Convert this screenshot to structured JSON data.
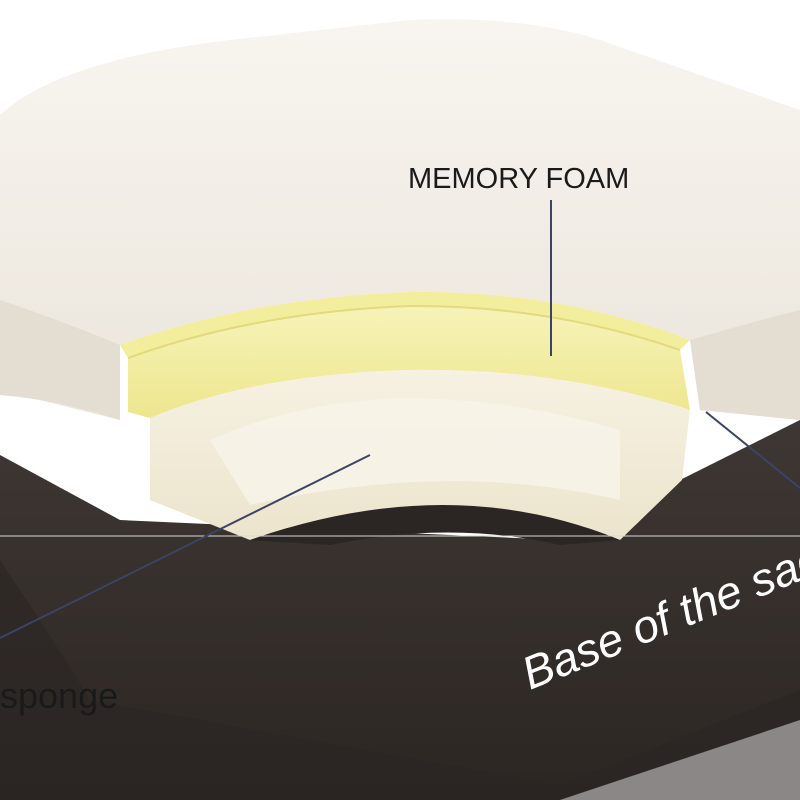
{
  "labels": {
    "memory_foam": "MEMORY FOAM",
    "sponge": "sponge",
    "base": "Base of the sac"
  },
  "colors": {
    "base": "#3a3430",
    "base_dark": "#2a2522",
    "top_cover": "#f3efe8",
    "cover_side": "#e6e0d6",
    "memory_foam": "#f5f0a6",
    "memory_foam_edge": "#e9e28a",
    "sponge": "#f2ecd8",
    "leader_line": "#3b4466",
    "label_dark": "#1a1a1a",
    "label_light": "#ffffff"
  }
}
